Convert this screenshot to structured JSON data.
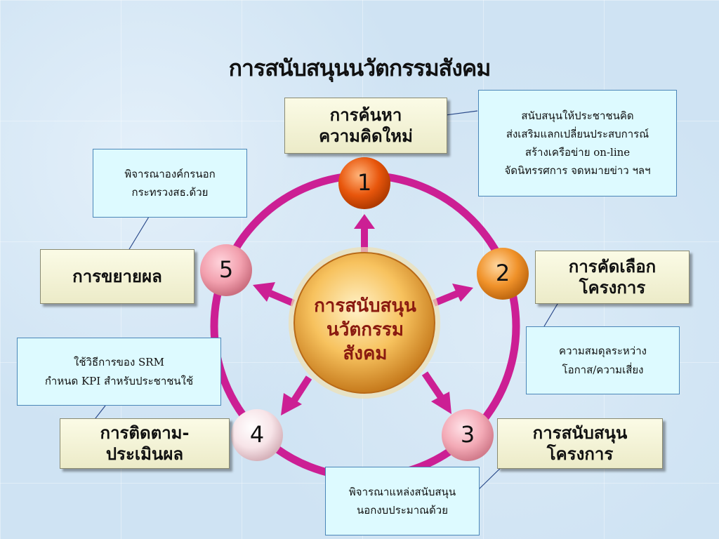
{
  "title": "การสนับสนุนนวัตกรรมสังคม",
  "center_label_lines": [
    "การสนับสนุน",
    "นวัตกรรม",
    "สังคม"
  ],
  "nodes": [
    {
      "number": "1",
      "label_lines": [
        "การค้นหา",
        "ความคิดใหม่"
      ],
      "color": "#e8560c"
    },
    {
      "number": "2",
      "label_lines": [
        "การคัดเลือก",
        "โครงการ"
      ],
      "color": "#f0922a"
    },
    {
      "number": "3",
      "label_lines": [
        "การสนับสนุน",
        "โครงการ"
      ],
      "color": "#f3aab6"
    },
    {
      "number": "4",
      "label_lines": [
        "การติดตาม-",
        "ประเมินผล"
      ],
      "color": "#f7e4e8"
    },
    {
      "number": "5",
      "label_lines": [
        "การขยายผล"
      ],
      "color": "#f2a0ae"
    }
  ],
  "notes": [
    {
      "id": "node1",
      "lines": [
        "สนับสนุนให้ประชาชนคิด",
        "ส่งเสริมแลกเปลี่ยนประสบการณ์",
        "สร้างเครือข่าย on-line",
        "จัดนิทรรศการ จดหมายข่าว ฯลฯ"
      ]
    },
    {
      "id": "node2",
      "lines": [
        "ความสมดุลระหว่าง",
        "โอกาส/ความเสี่ยง"
      ]
    },
    {
      "id": "node3",
      "lines": [
        "พิจารณาแหล่งสนับสนุน",
        "นอกงบประมาณด้วย"
      ]
    },
    {
      "id": "node4",
      "lines": [
        "ใช้วิธีการของ SRM",
        "กำหนด KPI สำหรับประชาชนใช้"
      ]
    },
    {
      "id": "node5",
      "lines": [
        "พิจารณาองค์กรนอก",
        "กระทรวงสธ.ด้วย"
      ]
    }
  ],
  "colors": {
    "ring": "#cc1f94",
    "center_circle": "#f2b24a",
    "center_text": "#8a1a10"
  }
}
